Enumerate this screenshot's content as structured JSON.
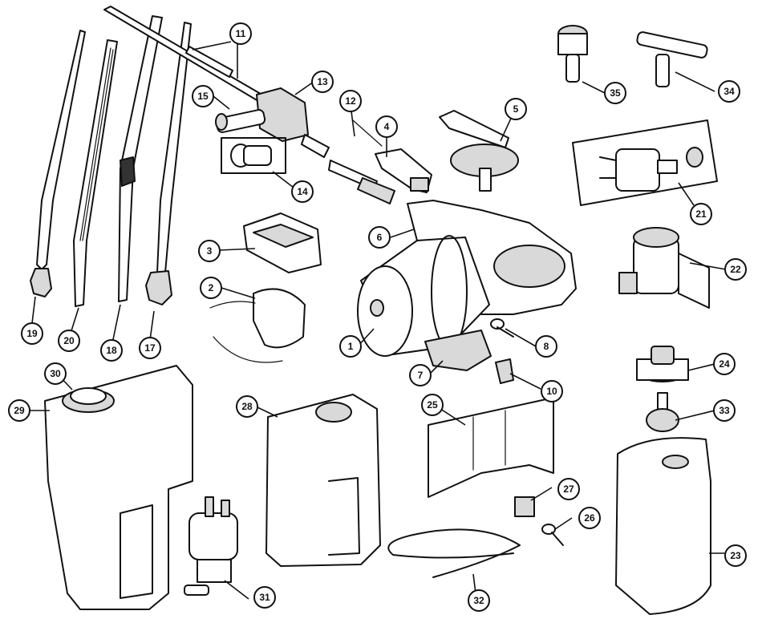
{
  "diagram": {
    "subject": "windscreen wiper and washer components exploded view",
    "callouts": [
      {
        "id": "c1",
        "label": "1"
      },
      {
        "id": "c2",
        "label": "2"
      },
      {
        "id": "c3",
        "label": "3"
      },
      {
        "id": "c4",
        "label": "4"
      },
      {
        "id": "c5",
        "label": "5"
      },
      {
        "id": "c6",
        "label": "6"
      },
      {
        "id": "c7",
        "label": "7"
      },
      {
        "id": "c8",
        "label": "8"
      },
      {
        "id": "c10",
        "label": "10"
      },
      {
        "id": "c11",
        "label": "11"
      },
      {
        "id": "c12",
        "label": "12"
      },
      {
        "id": "c13",
        "label": "13"
      },
      {
        "id": "c14",
        "label": "14"
      },
      {
        "id": "c15",
        "label": "15"
      },
      {
        "id": "c17",
        "label": "17"
      },
      {
        "id": "c18",
        "label": "18"
      },
      {
        "id": "c19",
        "label": "19"
      },
      {
        "id": "c20",
        "label": "20"
      },
      {
        "id": "c21",
        "label": "21"
      },
      {
        "id": "c22",
        "label": "22"
      },
      {
        "id": "c23",
        "label": "23"
      },
      {
        "id": "c24",
        "label": "24"
      },
      {
        "id": "c25",
        "label": "25"
      },
      {
        "id": "c26",
        "label": "26"
      },
      {
        "id": "c27",
        "label": "27"
      },
      {
        "id": "c28",
        "label": "28"
      },
      {
        "id": "c29",
        "label": "29"
      },
      {
        "id": "c30",
        "label": "30"
      },
      {
        "id": "c31",
        "label": "31"
      },
      {
        "id": "c32",
        "label": "32"
      },
      {
        "id": "c33",
        "label": "33"
      },
      {
        "id": "c34",
        "label": "34"
      },
      {
        "id": "c35",
        "label": "35"
      }
    ]
  }
}
